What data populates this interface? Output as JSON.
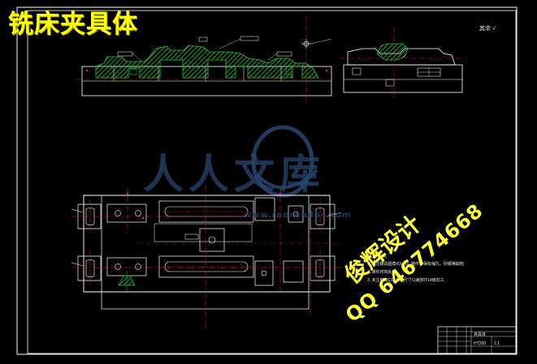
{
  "drawing": {
    "title": "铣床夹具体",
    "watermark_cn": "人人文库",
    "watermark_url": "www.renrendoc.com",
    "designer_name": "俊辉设计",
    "designer_qq": "QQ 646774668",
    "roughness_mark": "其余 √",
    "tech_notes": [
      "技术要求",
      "1. 未注铸造圆角R3~R5, 铸件不得有缩孔、砂眼等缺陷",
      "2. 铸件时效处理",
      "3. 未注倒角C1, 未注尺寸公差按IT14级加工"
    ],
    "title_block": {
      "part_name": "夹具体",
      "material": "HT200",
      "scale": "1:1"
    }
  },
  "colors": {
    "background": "#000000",
    "frame": "#ffffff",
    "centerline": "#ff2020",
    "hatch": "#22cc33",
    "title": "#ffff00",
    "watermark": "#284670",
    "designer": "#ffff33",
    "marker": "#ff00ff"
  }
}
